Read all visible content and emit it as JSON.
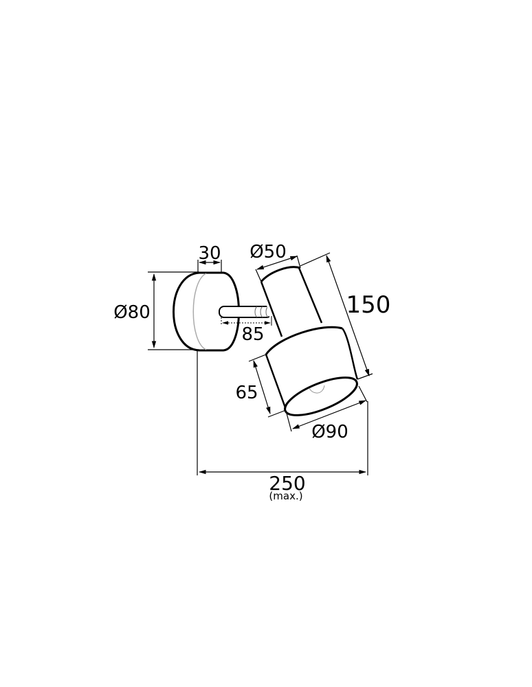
{
  "diagram": {
    "type": "technical-dimension-drawing",
    "subject": "wall spotlight",
    "colors": {
      "line": "#000000",
      "background": "#ffffff",
      "hidden_edge": "#aaaaaa"
    },
    "dimensions": {
      "base_depth": {
        "label": "30"
      },
      "base_diameter": {
        "label": "Ø80"
      },
      "arm_length": {
        "label": "85"
      },
      "head_diameter_small": {
        "label": "Ø50"
      },
      "head_length": {
        "label": "150"
      },
      "shade_length": {
        "label": "65"
      },
      "shade_diameter": {
        "label": "Ø90"
      },
      "total_projection": {
        "label": "250",
        "note": "(max.)"
      }
    }
  }
}
